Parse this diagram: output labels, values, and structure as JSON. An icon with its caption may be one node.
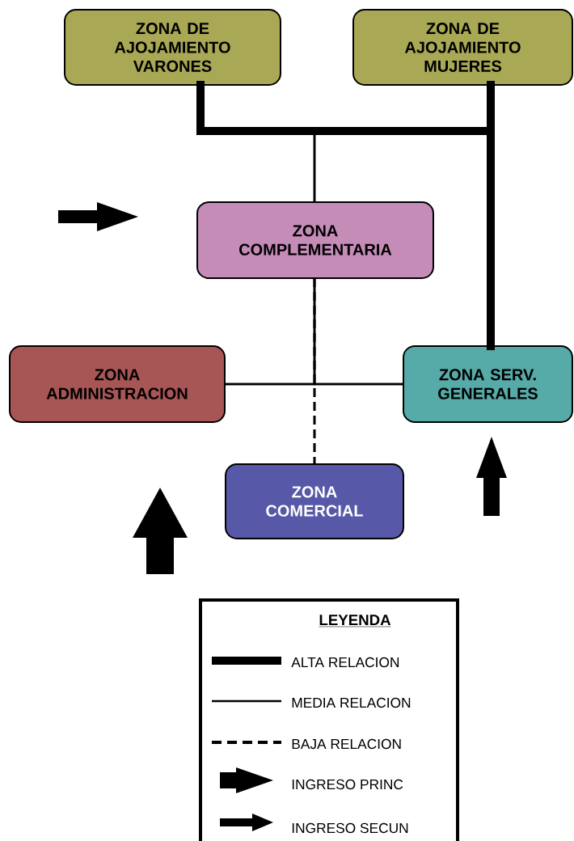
{
  "diagram": {
    "nodes": [
      {
        "text": [
          "ZONA DE AJOJAMIENTO VARONES"
        ]
      },
      {
        "text": [
          "ZONA DE AJOJAMIENTO MUJERES"
        ]
      },
      {
        "text": [
          "ZONA COMPLEMENTARIA"
        ]
      },
      {
        "text": [
          "ZONA ADMINISTRACION"
        ]
      },
      {
        "text": [
          "ZONA SERV. GENERALES"
        ]
      },
      {
        "text": [
          "ZONA COMERCIAL"
        ]
      }
    ],
    "edges": [
      {
        "from": 0,
        "to": 1,
        "arrow": "none",
        "style": "thick"
      },
      {
        "from": 0,
        "to": 4,
        "arrow": "none",
        "style": "thick"
      },
      {
        "from": 1,
        "to": 4,
        "arrow": "none",
        "style": "thick"
      },
      {
        "from": 2,
        "to": 0,
        "arrow": "none"
      },
      {
        "from": 2,
        "to": 1,
        "arrow": "none"
      },
      {
        "from": 3,
        "to": 4,
        "arrow": "none"
      },
      {
        "from": 2,
        "to": 3,
        "arrow": "none"
      },
      {
        "from": 2,
        "to": 4,
        "arrow": "none"
      },
      {
        "from": 2,
        "to": 5,
        "arrow": "none",
        "style": "dashed"
      }
    ],
    "labels": [
      "LEYENDA"
    ],
    "legend": [
      {
        "text": "ALTA RELACION"
      },
      {
        "text": "MEDIA RELACION"
      },
      {
        "text": "BAJA RELACION"
      },
      {
        "text": "INGRESO PRINC"
      },
      {
        "text": "INGRESO SECUN"
      }
    ]
  }
}
